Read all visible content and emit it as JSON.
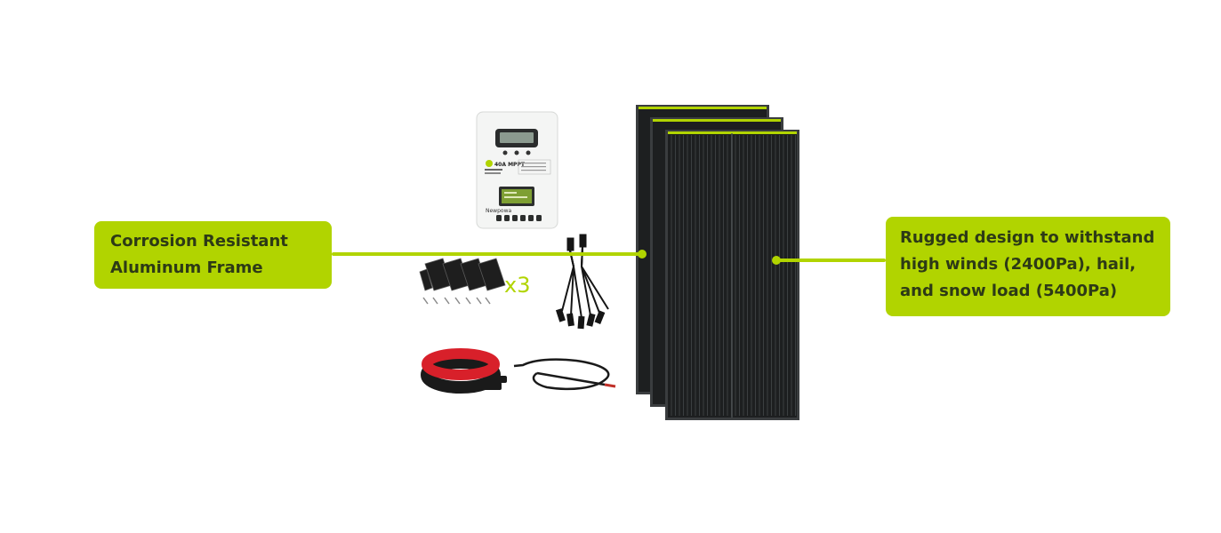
{
  "callouts": {
    "left": {
      "lines": [
        "Corrosion Resistant",
        "Aluminum Frame"
      ]
    },
    "right": {
      "lines": [
        "Rugged design to withstand",
        "high winds (2400Pa), hail,",
        "and snow load (5400Pa)"
      ]
    }
  },
  "controller": {
    "model_text": "40A MPPT",
    "brand": "Newpowa"
  },
  "brackets": {
    "quantity_label": "x3"
  },
  "colors": {
    "accent": "#b1d400",
    "panel": "#1d1f20",
    "panel_edge": "#3a3d3f",
    "cable_red": "#d8202a",
    "cable_black": "#1a1a1a",
    "controller_body": "#f4f5f4",
    "text_dark": "#2d3a16"
  },
  "icons": [
    "mppt-controller",
    "z-bracket",
    "branch-connector",
    "extension-cable",
    "tray-cable",
    "solar-panel"
  ]
}
